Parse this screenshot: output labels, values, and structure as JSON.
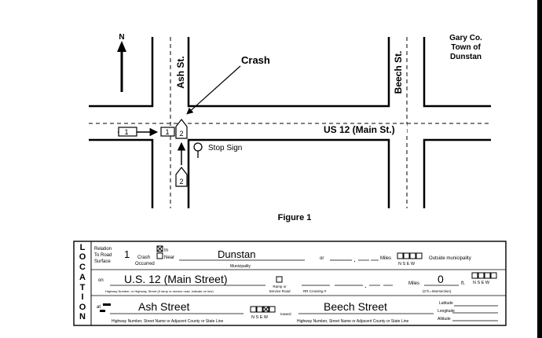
{
  "diagram": {
    "north": "N",
    "street_ash": "Ash St.",
    "street_beech": "Beech St.",
    "street_us12": "US 12 (Main St.)",
    "crash_label": "Crash",
    "stop_sign_label": "Stop Sign",
    "jurisdiction": [
      "Gary Co.",
      "Town of",
      "Dunstan"
    ],
    "vehicles": [
      "1",
      "1",
      "2",
      "2"
    ],
    "figure_caption": "Figure 1"
  },
  "form": {
    "section_letters": [
      "L",
      "O",
      "C",
      "A",
      "T",
      "I",
      "O",
      "N"
    ],
    "row1": {
      "relation_lines": [
        "Relation",
        "To Road",
        "Surface"
      ],
      "relation_value": "1",
      "crash_occurred": [
        "Crash",
        "Occurred"
      ],
      "in_label": "In",
      "near_label": "Near",
      "municipality_value": "Dunstan",
      "municipality_label": "Municipality",
      "or_label": "or",
      "miles_label": "Miles",
      "nsew": "N S E W",
      "outside_label": "Outside municipality"
    },
    "row2": {
      "on_label": "on",
      "highway_value": "U.S. 12 (Main Street)",
      "highway_desc": "Highway Number, or Highway, Street (if ramp or service road, indicate on line)",
      "ramp_label": [
        "Ramp or",
        "Service Road"
      ],
      "rr_label": "RR Crossing #",
      "miles_label": "Miles",
      "miles_value": "0",
      "ft_label": "ft.",
      "nsew": "N S E W",
      "intersection_label": "(0 ft.=Intersection)"
    },
    "row3": {
      "at_label": "at",
      "street1_value": "Ash Street",
      "nsew": "N S E W",
      "toward_label": "toward",
      "street2_value": "Beech Street",
      "desc1": "Highway Number, Street Name or Adjacent County or State Line",
      "desc2": "Highway Number, Street Name or Adjacent County or State Line",
      "latitude": "Latitude",
      "longitude": "Longitude",
      "altitude": "Altitude"
    }
  }
}
